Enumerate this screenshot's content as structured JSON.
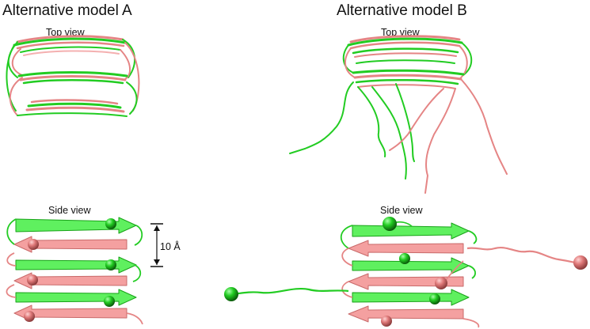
{
  "panels": [
    {
      "title": "Alternative model A",
      "top_label": "Top view",
      "side_label": "Side view"
    },
    {
      "title": "Alternative model B",
      "top_label": "Top view",
      "side_label": "Side view"
    }
  ],
  "scale_bar": {
    "label": "10 Å"
  },
  "colors": {
    "green": "#22cc22",
    "green_light": "#5ff05f",
    "salmon": "#e58585",
    "salmon_light": "#f4b0b0",
    "sphere_green": "#1fbf1f",
    "sphere_salmon": "#e07a7a"
  }
}
